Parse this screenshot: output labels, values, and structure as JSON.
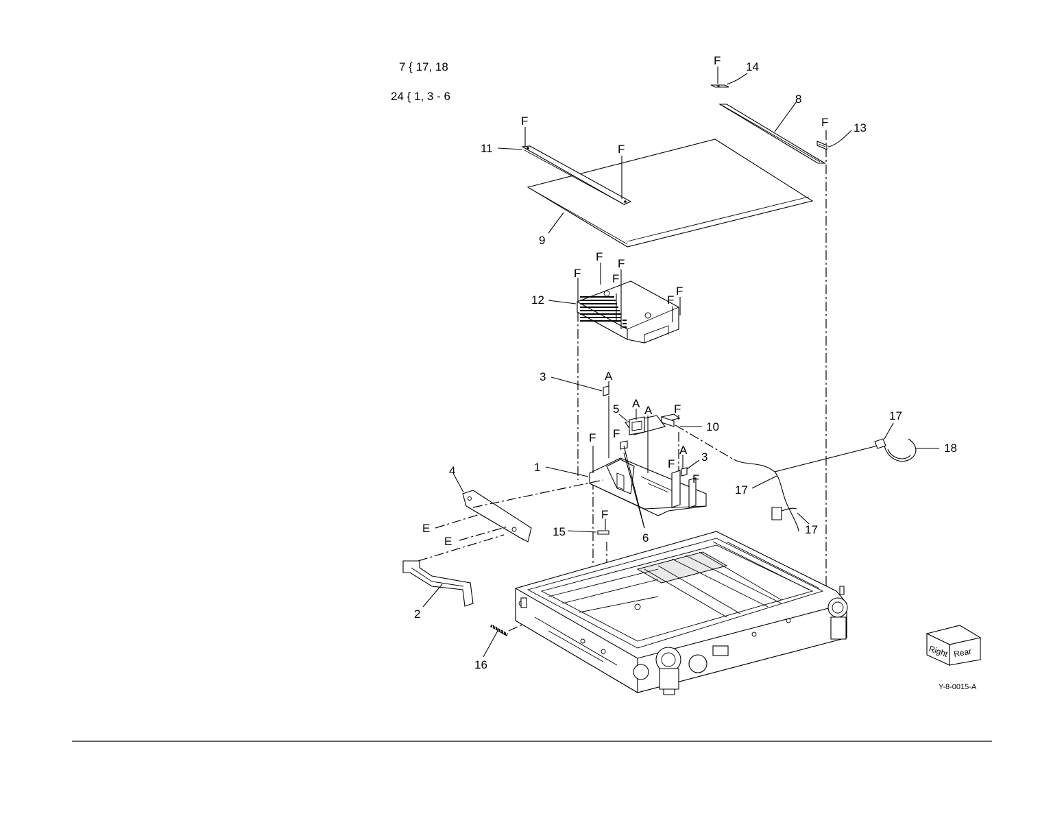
{
  "legend": {
    "line1": "7 { 17, 18",
    "line2": "24 { 1, 3 - 6"
  },
  "callouts": {
    "c1": "1",
    "c2": "2",
    "c3a": "3",
    "c3b": "3",
    "c4": "4",
    "c5": "5",
    "c6": "6",
    "c8": "8",
    "c9": "9",
    "c10": "10",
    "c11": "11",
    "c12": "12",
    "c13": "13",
    "c14": "14",
    "c15": "15",
    "c16": "16",
    "c17a": "17",
    "c17b": "17",
    "c17c": "17",
    "c18": "18"
  },
  "fastener": "F",
  "connector_a": "A",
  "connector_e": "E",
  "orientation_cube": {
    "face_right": "Right",
    "face_rear": "Rear"
  },
  "figure_id": "Y-8-0015-A"
}
